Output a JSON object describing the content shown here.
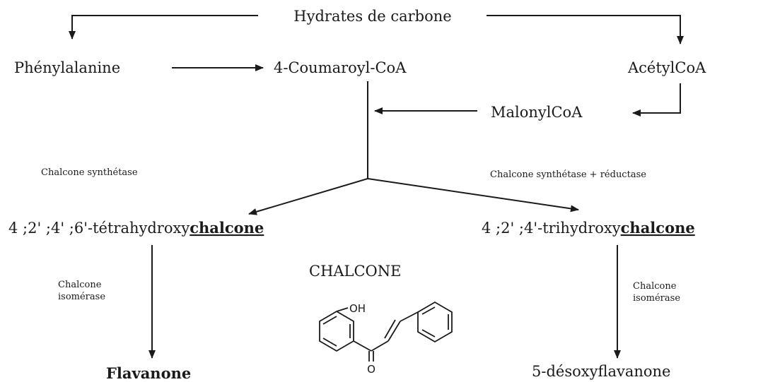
{
  "nodes": {
    "carbohydrates": "Hydrates de carbone",
    "phenylalanine": "Phénylalanine",
    "coumaroyl": "4-Coumaroyl-CoA",
    "acetylcoa": "AcétylCoA",
    "malonylcoa": "MalonylCoA",
    "tetra_prefix": "4 ;2' ;4' ;6'-tétrahydroxy",
    "tetra_suffix": "chalcone",
    "tri_prefix": "4 ;2' ;4'-trihydroxy",
    "tri_suffix": "chalcone",
    "flavanone": "Flavanone",
    "desoxyflavanone": "5-désoxyflavanone"
  },
  "enzymes": {
    "synthase_left": "Chalcone synthétase",
    "synthase_right": "Chalcone synthétase + réductase",
    "isomerase_left_1": "Chalcone",
    "isomerase_left_2": "isomérase",
    "isomerase_right_1": "Chalcone",
    "isomerase_right_2": "isomérase"
  },
  "structure": {
    "title": "CHALCONE",
    "atom_oh": "OH",
    "atom_o": "O"
  }
}
